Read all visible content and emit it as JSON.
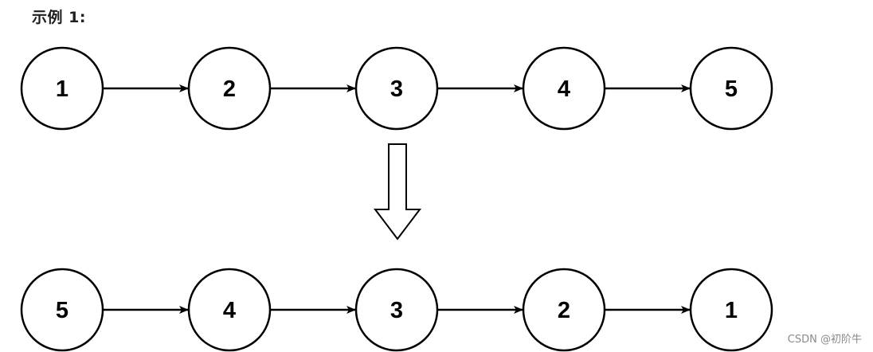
{
  "title": "示例 1:",
  "colors": {
    "stroke": "#000000",
    "background": "#ffffff"
  },
  "input_list": {
    "nodes": [
      "1",
      "2",
      "3",
      "4",
      "5"
    ]
  },
  "transform_arrow": {
    "icon": "hollow-down-arrow-icon"
  },
  "output_list": {
    "nodes": [
      "5",
      "4",
      "3",
      "2",
      "1"
    ]
  },
  "watermark": "CSDN @初阶牛"
}
